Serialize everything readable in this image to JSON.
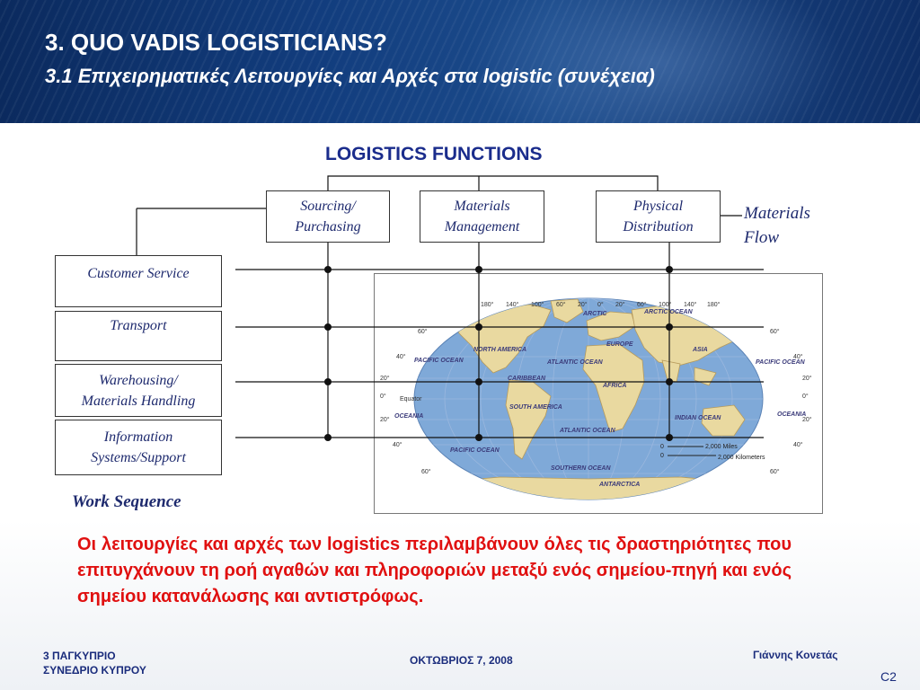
{
  "header": {
    "title": "3. QUO VADIS LOGISTICIANS?",
    "subtitle": "3.1 Επιχειρηματικές Λειτουργίες και Αρχές στα logistic (συνέχεια)"
  },
  "diagram": {
    "title": "LOGISTICS FUNCTIONS",
    "top_functions": [
      {
        "line1": "Sourcing/",
        "line2": "Purchasing"
      },
      {
        "line1": "Materials",
        "line2": "Management"
      },
      {
        "line1": "Physical",
        "line2": "Distribution"
      }
    ],
    "flow_label_line1": "Materials",
    "flow_label_line2": "Flow",
    "side_functions": [
      {
        "line1": "Customer Service",
        "line2": ""
      },
      {
        "line1": "Transport",
        "line2": ""
      },
      {
        "line1": "Warehousing/",
        "line2": "Materials Handling"
      },
      {
        "line1": "Information",
        "line2": "Systems/Support"
      }
    ],
    "work_sequence_label": "Work Sequence"
  },
  "map": {
    "ocean_color": "#7fa9d8",
    "land_color": "#e9d9a0",
    "labels": {
      "arctic": "ARCTIC",
      "arctic_ocean": "ARCTIC OCEAN",
      "north_america": "NORTH AMERICA",
      "europe": "EUROPE",
      "asia": "ASIA",
      "pacific_ocean_left": "PACIFIC OCEAN",
      "pacific_ocean_right": "PACIFIC OCEAN",
      "atlantic_ocean_north": "ATLANTIC OCEAN",
      "caribbean": "CARIBBEAN",
      "africa": "AFRICA",
      "oceania_left": "OCEANIA",
      "oceania_right": "OCEANIA",
      "south_america": "SOUTH AMERICA",
      "indian_ocean": "INDIAN OCEAN",
      "atlantic_ocean_south": "ATLANTIC OCEAN",
      "pacific_ocean_south": "PACIFIC OCEAN",
      "southern_ocean": "SOUTHERN OCEAN",
      "antarctica": "ANTARCTICA",
      "equator": "Equator",
      "scale_miles": "2,000 Miles",
      "scale_km": "2,000 Kilometers",
      "scale_zero_1": "0",
      "scale_zero_2": "0"
    },
    "longitudes": [
      "180°",
      "140°",
      "100°",
      "60°",
      "20°",
      "0°",
      "20°",
      "60°",
      "100°",
      "140°",
      "180°"
    ],
    "latitudes_left": [
      "60°",
      "40°",
      "20°",
      "0°",
      "20°",
      "40°",
      "60°"
    ],
    "latitudes_right": [
      "60°",
      "40°",
      "20°",
      "0°",
      "20°",
      "40°",
      "60°"
    ]
  },
  "body_text": "Οι λειτουργίες και αρχές των logistics περιλαμβάνουν όλες τις δραστηριότητες που επιτυγχάνουν τη ροή αγαθών και πληροφοριών μεταξύ ενός σημείου-πηγή και ενός σημείου κατανάλωσης και αντιστρόφως.",
  "footer": {
    "left_line1": "3 ΠΑΓΚΥΠΡΙΟ",
    "left_line2": "ΣΥΝΕΔΡΙΟ ΚΥΠΡΟΥ",
    "date": "ΟΚΤΩΒΡΙΟΣ  7, 2008",
    "author": "Γιάννης Κονετάς",
    "slide_number": "C2"
  },
  "colors": {
    "header_blue": "#123d7e",
    "diagram_text": "#1e2a6e",
    "body_text_red": "#e01010",
    "footer_blue": "#1a2c7c"
  }
}
